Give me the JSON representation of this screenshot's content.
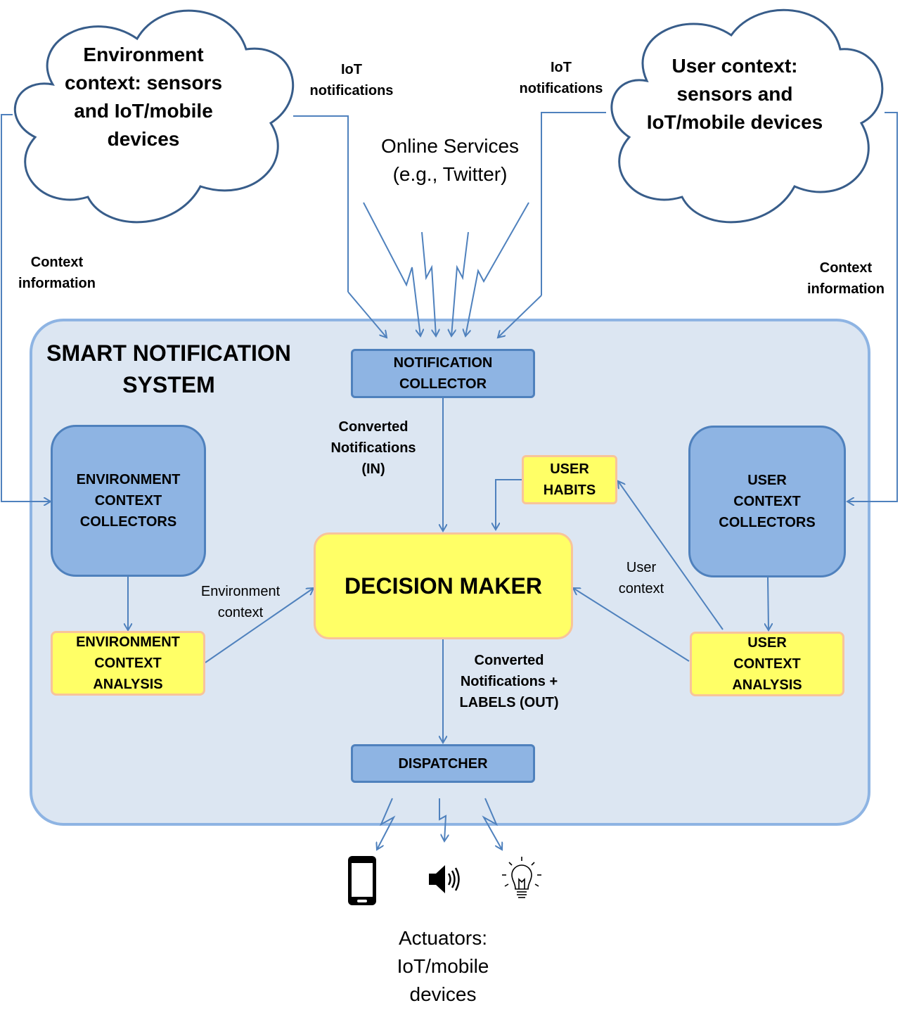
{
  "clouds": {
    "environment": "Environment context: sensors and IoT/mobile devices",
    "user": "User context: sensors and IoT/mobile devices"
  },
  "labels": {
    "iot_left": "IoT notifications",
    "iot_right": "IoT notifications",
    "online_services": "Online Services (e.g., Twitter)",
    "context_info_left": "Context information",
    "context_info_right": "Context information",
    "converted_in": "Converted Notifications (IN)",
    "converted_out": "Converted Notifications + LABELS (OUT)",
    "environment_context": "Environment context",
    "user_context": "User context",
    "actuators": "Actuators: IoT/mobile devices"
  },
  "system": {
    "title": "SMART NOTIFICATION SYSTEM"
  },
  "components": {
    "notification_collector": "NOTIFICATION COLLECTOR",
    "environment_context_collectors": "ENVIRONMENT CONTEXT COLLECTORS",
    "user_context_collectors": "USER CONTEXT COLLECTORS",
    "decision_maker": "DECISION MAKER",
    "user_habits": "USER HABITS",
    "environment_context_analysis": "ENVIRONMENT CONTEXT ANALYSIS",
    "user_context_analysis": "USER CONTEXT ANALYSIS",
    "dispatcher": "DISPATCHER"
  },
  "actuator_icons": [
    "smartphone-icon",
    "speaker-icon",
    "light-bulb-icon"
  ],
  "colors": {
    "line": "#4f81bd",
    "blue_fill": "#8eb4e3",
    "yellow_fill": "#ffff66",
    "yellow_border": "#f8c49a",
    "panel_fill": "#dce6f2",
    "cloud_stroke": "#385d8a"
  }
}
